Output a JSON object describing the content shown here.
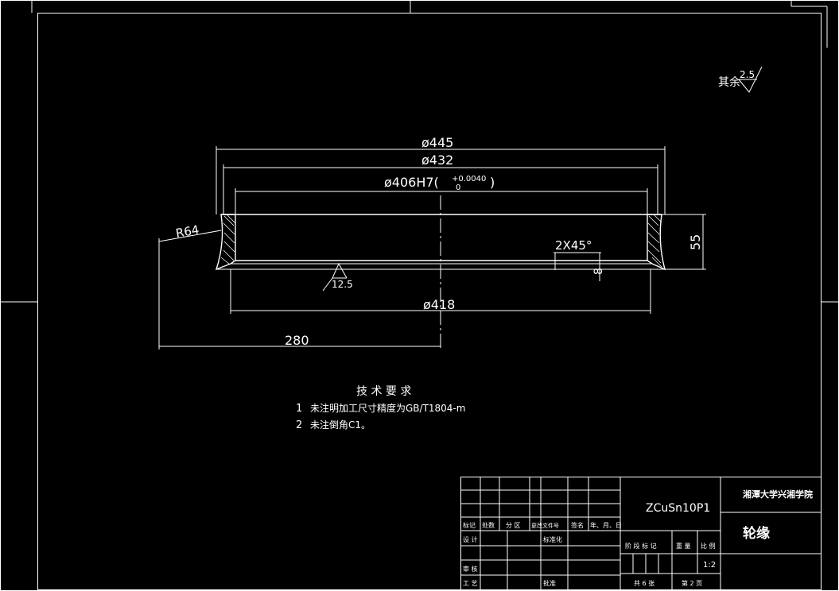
{
  "surface_finish": {
    "prefix": "其余",
    "value": "2.5"
  },
  "dimensions": {
    "d445": "ø445",
    "d432": "ø432",
    "d406": "ø406H7(",
    "d406_tol_upper": "+0.0040",
    "d406_tol_lower": "0",
    "d406_close": ")",
    "d418": "ø418",
    "r64": "R64",
    "chamfer": "2X45°",
    "chamfer_len": "8",
    "height": "55",
    "half_width": "280",
    "roughness": "12.5"
  },
  "tech_requirements": {
    "title": "技 术 要 求",
    "items": [
      {
        "num": "1",
        "text": "未注明加工尺寸精度为GB/T1804-m"
      },
      {
        "num": "2",
        "text": "未注倒角C1。"
      }
    ]
  },
  "title_block": {
    "material": "ZCuSn10P1",
    "school": "湘潭大学兴湘学院",
    "part_name": "轮缘",
    "headers": [
      "标记",
      "处数",
      "分 区",
      "更改文件号",
      "签名",
      "年、月、日"
    ],
    "design": "设 计",
    "standardization": "标准化",
    "review": "审 核",
    "process": "工 艺",
    "approve": "批准",
    "stage_cols": [
      "阶 段 标 记",
      "重 量",
      "比 例"
    ],
    "scale": "1:2",
    "sheet_total": "共 6 张",
    "sheet_num": "第 2 页"
  }
}
